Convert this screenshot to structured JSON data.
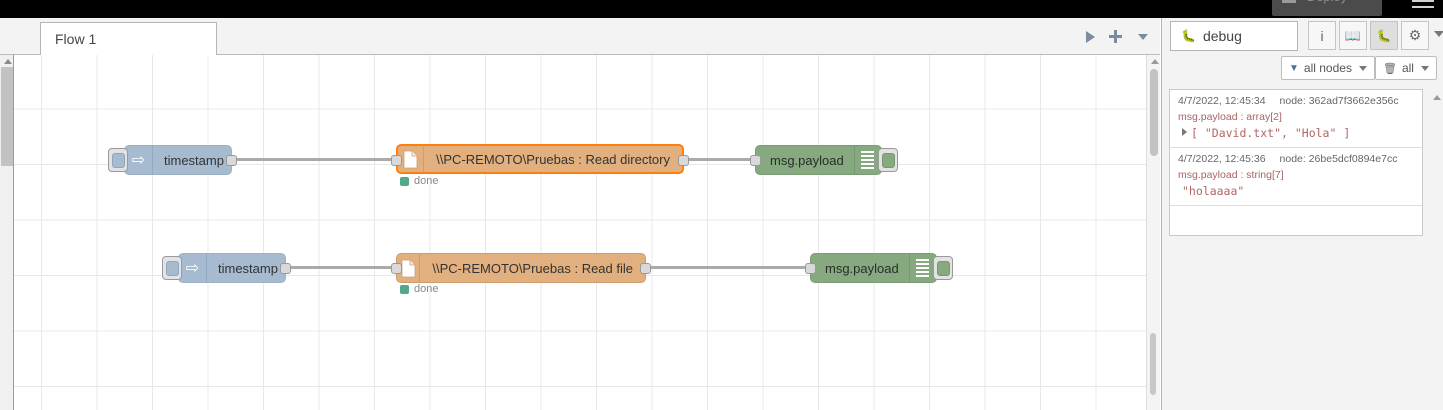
{
  "header": {
    "deploy_label": "Deploy",
    "menu_icon": "hamburger-menu-icon",
    "background": "#000000",
    "deploy_color": "#4b4b4b"
  },
  "workspace": {
    "tabs": [
      {
        "label": "Flow 1",
        "active": true
      }
    ],
    "buttons": [
      {
        "name": "run-flow-button",
        "icon": "play-triangle-icon"
      },
      {
        "name": "add-flow-button",
        "icon": "plus-icon"
      },
      {
        "name": "flow-menu-button",
        "icon": "chevron-down-icon"
      }
    ]
  },
  "flows": [
    {
      "id": "row-1",
      "inject": {
        "label": "timestamp",
        "icon": "inject-arrow-icon",
        "button": "inject-trigger-button"
      },
      "file": {
        "label": "\\\\PC-REMOTO\\Pruebas : Read directory",
        "icon": "file-icon",
        "status": "done",
        "status_color": "#53a987",
        "selected": true,
        "color": "#e2b07e"
      },
      "debug": {
        "label": "msg.payload",
        "icon": "debug-bars-icon",
        "button": "debug-toggle-button",
        "color": "#87a980"
      }
    },
    {
      "id": "row-2",
      "inject": {
        "label": "timestamp",
        "icon": "inject-arrow-icon",
        "button": "inject-trigger-button"
      },
      "file": {
        "label": "\\\\PC-REMOTO\\Pruebas : Read file",
        "icon": "file-icon",
        "status": "done",
        "status_color": "#53a987",
        "selected": false,
        "color": "#e2b07e"
      },
      "debug": {
        "label": "msg.payload",
        "icon": "debug-bars-icon",
        "button": "debug-toggle-button",
        "color": "#87a980"
      }
    }
  ],
  "sidebar": {
    "active_tab": "debug",
    "tab_label": "debug",
    "tab_icon": "bug-icon",
    "buttons": [
      {
        "name": "info-tab-button",
        "icon": "info-icon",
        "glyph": "i",
        "active": false
      },
      {
        "name": "help-tab-button",
        "icon": "book-icon",
        "glyph": "❐",
        "active": false
      },
      {
        "name": "debug-tab-button",
        "icon": "bug-icon",
        "glyph": "⚙",
        "active": true
      },
      {
        "name": "config-tab-button",
        "icon": "gear-icon",
        "glyph": "⚙",
        "active": false
      }
    ],
    "more_icon": "chevron-down-icon",
    "filters": [
      {
        "name": "node-filter-button",
        "label": "all nodes",
        "icon": "funnel-icon"
      },
      {
        "name": "clear-filter-button",
        "label": "all",
        "icon": "trash-icon"
      }
    ],
    "messages": [
      {
        "timestamp": "4/7/2022, 12:45:34",
        "node": "node: 362ad7f3662e356c",
        "topic": "msg.payload : array[2]",
        "value": "[ \"David.txt\", \"Hola\" ]",
        "expandable": true
      },
      {
        "timestamp": "4/7/2022, 12:45:36",
        "node": "node: 26be5dcf0894e7cc",
        "topic": "msg.payload : string[7]",
        "value": "\"holaaaa\"",
        "expandable": false
      }
    ]
  }
}
